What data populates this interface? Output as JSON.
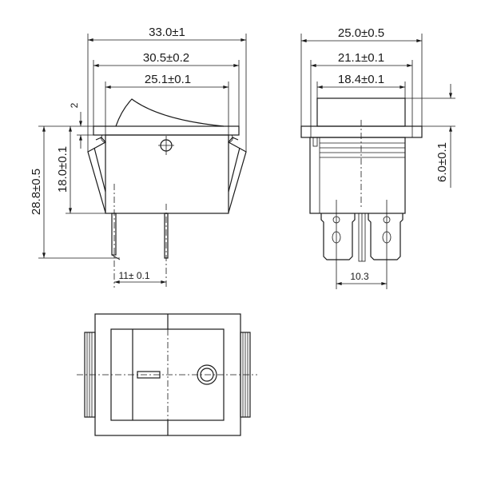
{
  "drawing": {
    "front_view": {
      "overall_width": "33.0±1",
      "flange_width": "30.5±0.2",
      "body_width": "25.1±0.1",
      "rocker_height": "2",
      "overall_height": "28.8±0.5",
      "body_height": "18.0±0.1",
      "pin_spacing": "11± 0.1"
    },
    "side_view": {
      "overall_width": "25.0±0.5",
      "flange_width": "21.1±0.1",
      "body_width": "18.4±0.1",
      "top_height": "6.0±0.1",
      "terminal_spacing": "10.3"
    }
  },
  "colors": {
    "line": "#1a1a1a",
    "background": "#ffffff"
  }
}
